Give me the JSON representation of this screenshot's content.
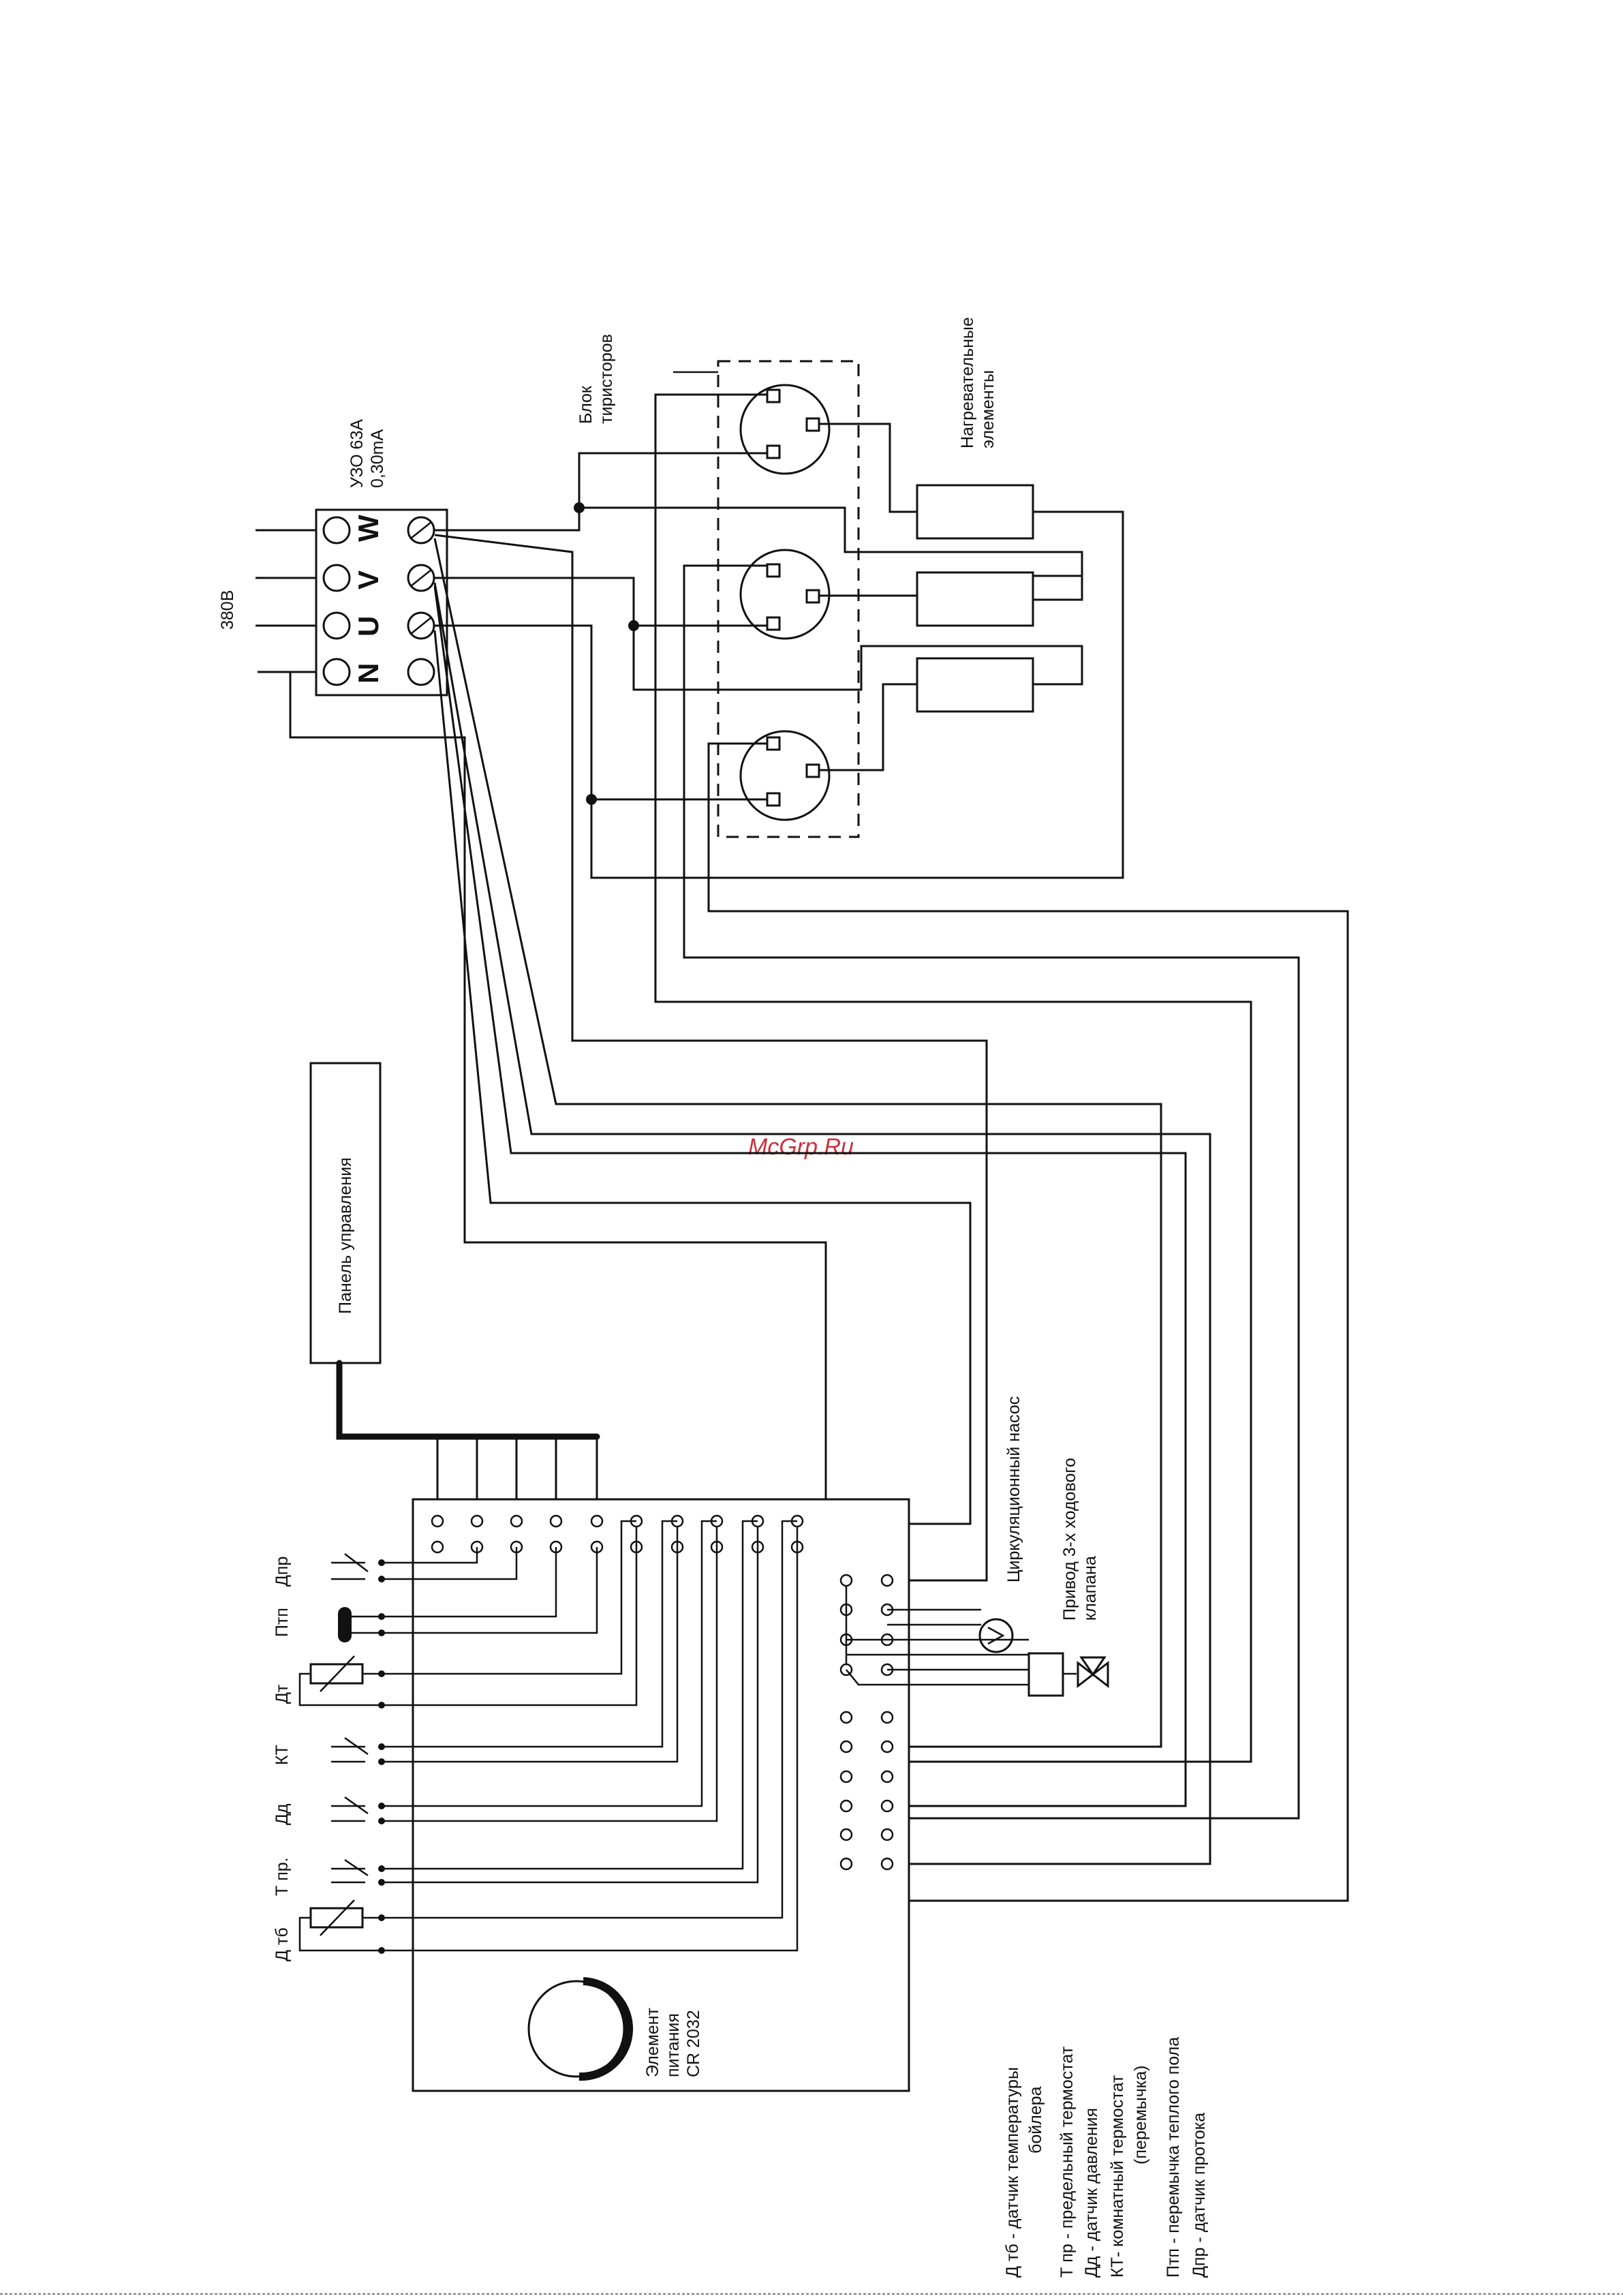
{
  "labels": {
    "input_voltage": "380В",
    "rcd": "УЗО 63А\n0,30mA",
    "phase_n": "N",
    "phase_u": "U",
    "phase_v": "V",
    "phase_w": "W",
    "thyristor_block": "Блок\nтиристоров",
    "heating_elements": "Нагревательные\nэлементы",
    "control_panel": "Панель управления",
    "circ_pump": "Циркуляционный насос",
    "valve_drive": "Привод 3-х ходового\nклапана",
    "battery": "Элемент\nпитания\nCR 2032",
    "watermark": "McGrp.Ru"
  },
  "sensors": [
    {
      "id": "dpr",
      "label": "Дпр"
    },
    {
      "id": "ptp",
      "label": "Птп"
    },
    {
      "id": "dt",
      "label": "Дт"
    },
    {
      "id": "kt",
      "label": "КТ"
    },
    {
      "id": "dd",
      "label": "Дд"
    },
    {
      "id": "tpr",
      "label": "Т пр."
    },
    {
      "id": "dtb",
      "label": "Д тб"
    }
  ],
  "legend": [
    "Д тб - датчик температуры",
    "бойлера",
    "Т пр - предельный термостат",
    "Дд - датчик давления",
    "КТ- комнатный термостат",
    "(перемычка)",
    "Птп - перемычка теплого пола",
    "Дпр - датчик протока"
  ]
}
